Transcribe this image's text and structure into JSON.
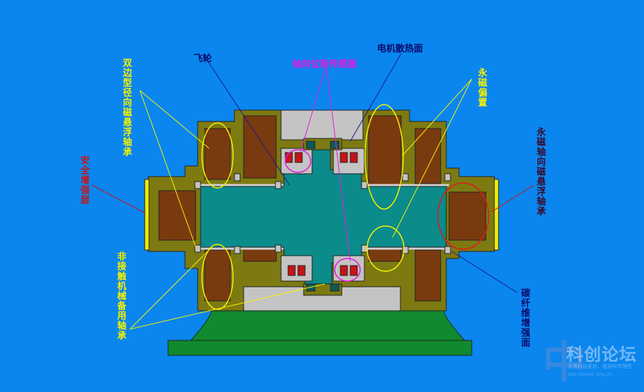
{
  "labels": {
    "radial_bearing": "双边型径向磁悬浮轴承",
    "safety_layer": "安全增强层",
    "flywheel": "飞轮",
    "axial_sensor": "轴向位移传感器",
    "motor_surface": "电机散热面",
    "pm_bias": "永磁偏置",
    "pm_axial_bearing": "永磁轴向磁悬浮轴承",
    "backup_bearing": "非接触机械备用轴承",
    "carbon_fiber": "碳纤维增强面"
  },
  "watermark": {
    "logo": "中",
    "title": "科创论坛",
    "subtitle": "发展科技爱好、倡导科学理性",
    "url": "bbs.ikexue.org.cn"
  },
  "colors": {
    "background": "#0a86ee",
    "housing": "#7d7a12",
    "coil": "#7a3a10",
    "rotor": "#0b8b8a",
    "base": "#108a2e",
    "gray": "#c4c4c4",
    "yellow": "#f6f200",
    "red": "#c81414",
    "navy": "#0a0a6a",
    "magenta": "#e21ae2"
  }
}
